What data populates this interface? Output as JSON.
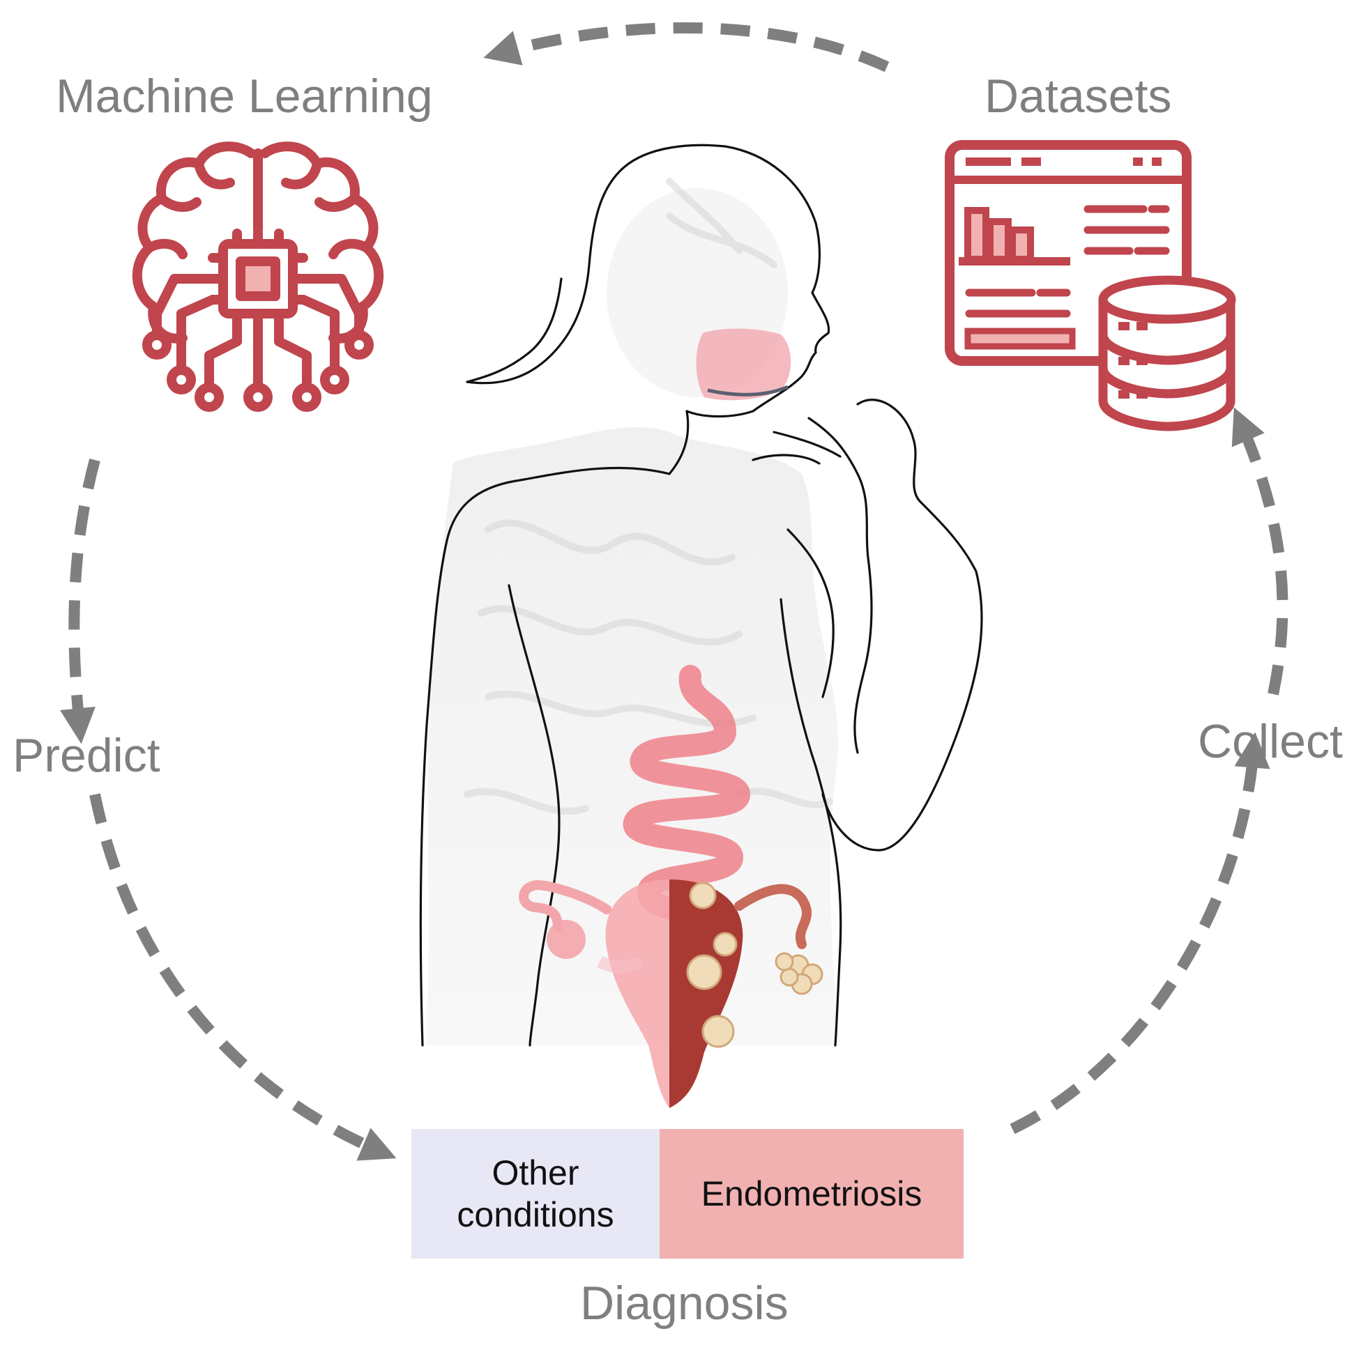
{
  "labels": {
    "machine_learning": "Machine Learning",
    "datasets": "Datasets",
    "predict": "Predict",
    "collect": "Collect",
    "diagnosis": "Diagnosis"
  },
  "diagnosis_outcomes": {
    "other": "Other\nconditions",
    "endometriosis": "Endometriosis"
  },
  "icons": {
    "ml": "brain-chip-icon",
    "datasets": "dashboard-database-icon",
    "figure": "female-body-anatomy-illustration"
  },
  "colors": {
    "accent": "#c0454d",
    "accent_light": "#f2b1b1",
    "arrow": "#7f7f7f",
    "other_box": "#e7e7f6",
    "endo_box": "#f2b1b1"
  }
}
